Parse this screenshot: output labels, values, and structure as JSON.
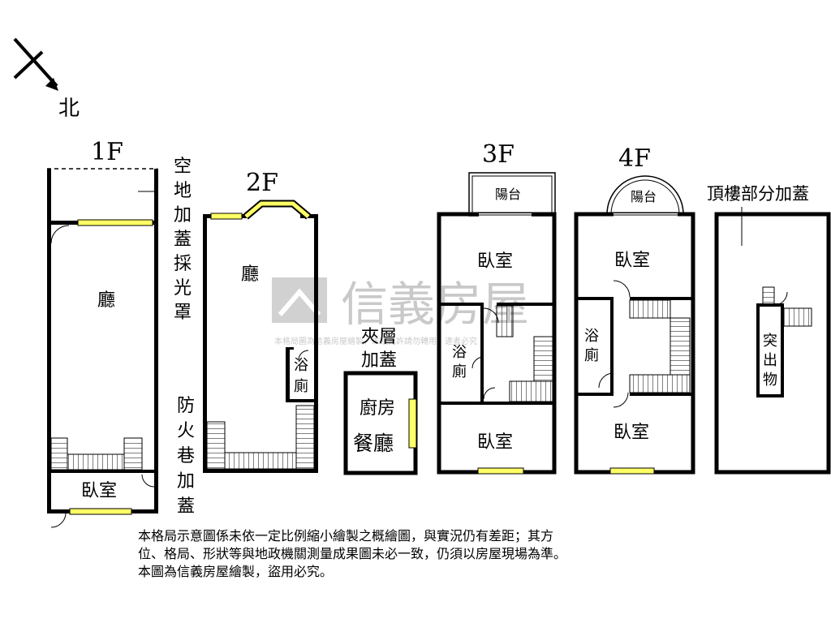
{
  "compass": {
    "north": "北"
  },
  "floors": {
    "f1": {
      "title": "1F",
      "living": "廳",
      "bedroom": "臥室"
    },
    "f2": {
      "title": "2F",
      "living": "廳",
      "bath": [
        "浴",
        "廁"
      ]
    },
    "mezz": {
      "title": [
        "夾層",
        "加蓋"
      ],
      "kitchen": "廚房",
      "dining": "餐廳"
    },
    "f3": {
      "title": "3F",
      "balcony": "陽台",
      "bedroom_n": "臥室",
      "bedroom_s": "臥室",
      "bath": [
        "浴",
        "廁"
      ]
    },
    "f4": {
      "title": "4F",
      "balcony": "陽台",
      "bedroom_n": "臥室",
      "bedroom_s": "臥室",
      "bath": [
        "浴",
        "廁"
      ]
    },
    "roof": {
      "title": "頂樓部分加蓋",
      "protrusion": [
        "突",
        "出",
        "物"
      ]
    }
  },
  "annotations": {
    "skylight": [
      "空",
      "地",
      "加",
      "蓋",
      "採",
      "光",
      "罩"
    ],
    "firelane": [
      "防",
      "火",
      "巷",
      "加",
      "蓋"
    ]
  },
  "watermark": {
    "brand": "信義房屋",
    "tagline": "本格局圖為信義房屋繪製，未經允許請勿轉用，違者必究"
  },
  "disclaimer": [
    "本格局示意圖係未依一定比例縮小繪製之概繪圖，與實況仍有差距；其方",
    "位、格局、形狀等與地政機關測量成果圖未必一致，仍須以房屋現場為準。",
    "本圖為信義房屋繪製，盜用必究。"
  ],
  "colors": {
    "wall": "#000000",
    "window": "#ffff66",
    "watermark": "#bdbdbd"
  }
}
